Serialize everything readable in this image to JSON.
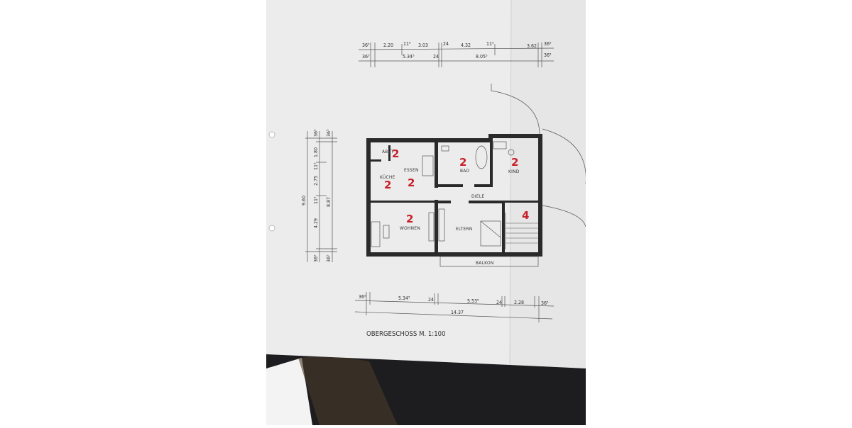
{
  "title": "OBERGESCHOSS M. 1:100",
  "rooms": {
    "abst": "ABST",
    "essen": "ESSEN",
    "kueche": "KÜCHE",
    "bad": "BAD",
    "kind": "KIND",
    "diele": "DIELE",
    "wohnen": "WOHNEN",
    "eltern": "ELTERN",
    "balkon": "BALKON"
  },
  "annotations": {
    "abst": "2",
    "kueche": "2",
    "essen": "2",
    "bad": "2",
    "kind": "2",
    "wohnen": "2",
    "stair": "4"
  },
  "dimensions": {
    "top_row1": [
      "36⁵",
      "2.20",
      "11⁵",
      "3.03",
      "24",
      "4.32",
      "11⁵",
      "3.62",
      "36⁵"
    ],
    "top_row2": [
      "36⁵",
      "5.34⁵",
      "24",
      "8.05⁵",
      "36⁵"
    ],
    "bottom_row1": [
      "36⁵",
      "5.34⁵",
      "24",
      "5.53⁵",
      "24",
      "2.28",
      "36⁵"
    ],
    "bottom_row2": [
      "14.37"
    ],
    "left_inner": [
      "36⁵",
      "1.80",
      "11⁵",
      "2.75",
      "11⁵",
      "4.29",
      "36⁵"
    ],
    "left_middle": [
      "36⁵",
      "8.87",
      "36⁵"
    ],
    "left_outer": [
      "9.60"
    ]
  },
  "colors": {
    "paper": "#ececec",
    "ink": "#2a2a2a",
    "annotation": "#c8202a",
    "background": "#ffffff"
  }
}
